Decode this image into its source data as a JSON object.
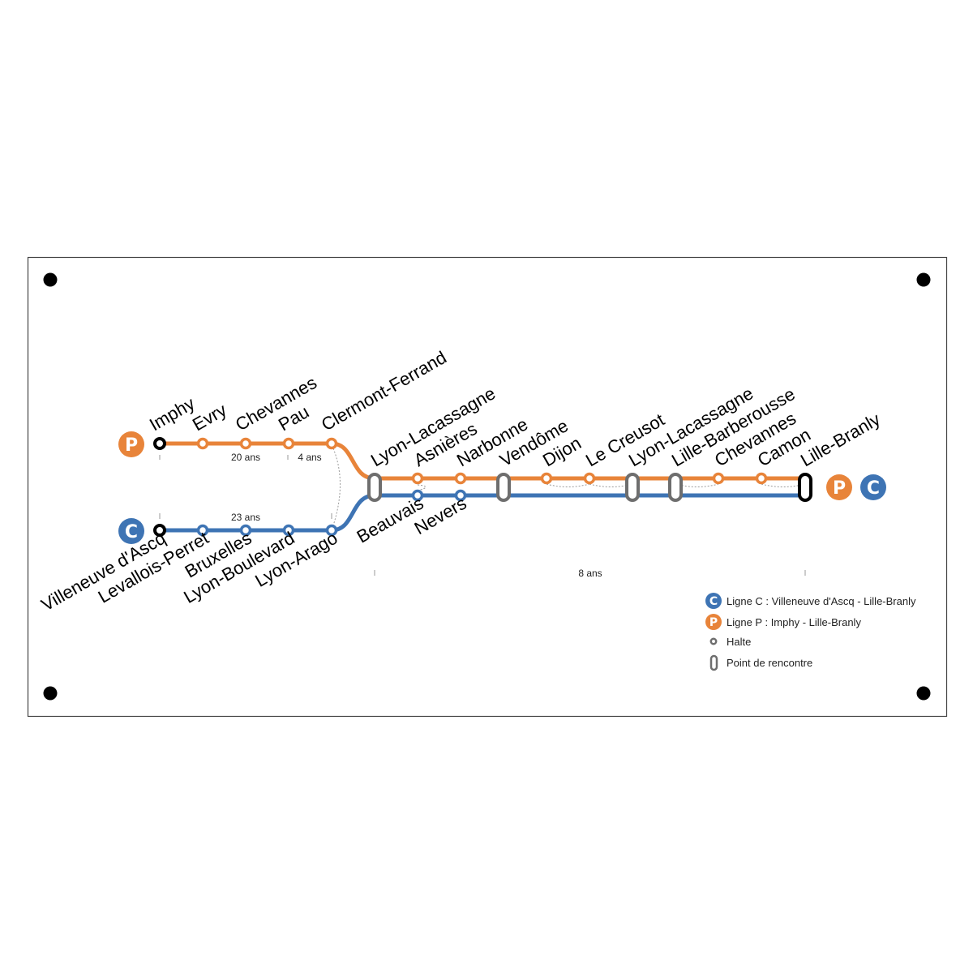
{
  "colors": {
    "line_p": "#E8843A",
    "line_c": "#3E74B4",
    "meeting_point": "#6E6E6E",
    "terminus": "#000000",
    "frame": "#444444"
  },
  "icons": {
    "line_p_badge": "badge-p-icon",
    "line_c_badge": "badge-c-icon",
    "halte": "halte-icon",
    "meeting_point": "meeting-point-icon",
    "mount_hole": "mount-hole-icon"
  },
  "badges": {
    "line_p": "P",
    "line_c": "C"
  },
  "line_p": {
    "stations": [
      "Imphy",
      "Evry",
      "Chevannes",
      "Pau",
      "Clermont-Ferrand"
    ]
  },
  "line_c": {
    "stations": [
      "Villeneuve d'Ascq",
      "Levallois-Perret",
      "Bruxelles",
      "Lyon-Boulevard",
      "Lyon-Arago"
    ]
  },
  "trunk": {
    "top_stations": [
      "Lyon-Lacassagne",
      "Asnières",
      "Narbonne",
      "Vendôme",
      "Dijon",
      "Le Creusot",
      "Lyon-Lacassagne",
      "Lille-Barberousse",
      "Chevannes",
      "Camon",
      "Lille-Branly"
    ],
    "bottom_stations": [
      "Beauvais",
      "Nevers"
    ]
  },
  "durations": {
    "p_main": "20 ans",
    "p_short": "4 ans",
    "c_main": "23 ans",
    "trunk": "8 ans"
  },
  "legend": {
    "line_c": "Ligne C : Villeneuve d'Ascq - Lille-Branly",
    "line_p": "Ligne P : Imphy - Lille-Branly",
    "halte": "Halte",
    "meeting": "Point de rencontre"
  }
}
